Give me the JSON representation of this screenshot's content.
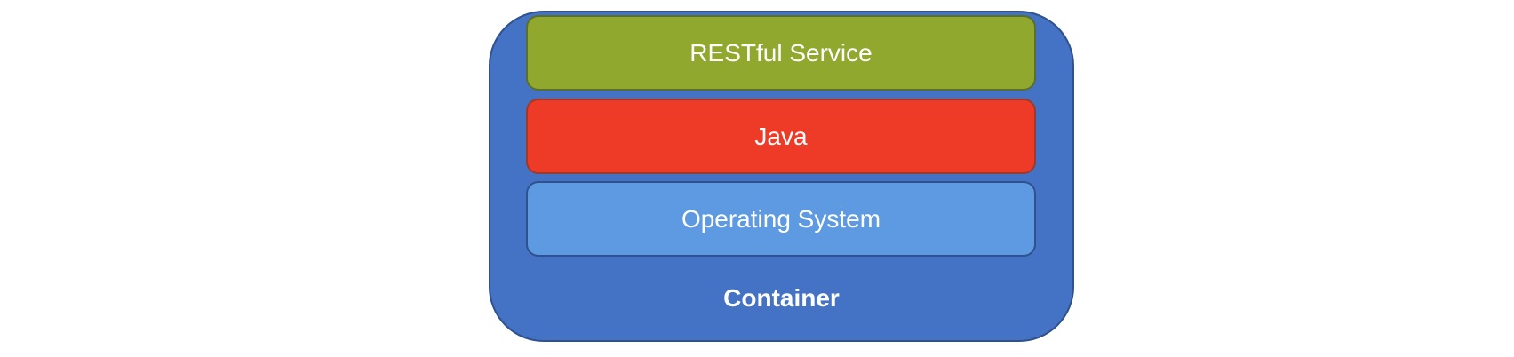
{
  "diagram": {
    "container_label": "Container",
    "layers": [
      {
        "label": "RESTful Service",
        "color": "#8FA82D"
      },
      {
        "label": "Java",
        "color": "#EE3B28"
      },
      {
        "label": "Operating System",
        "color": "#5E9AE2"
      }
    ],
    "container_color": "#4472C4"
  }
}
